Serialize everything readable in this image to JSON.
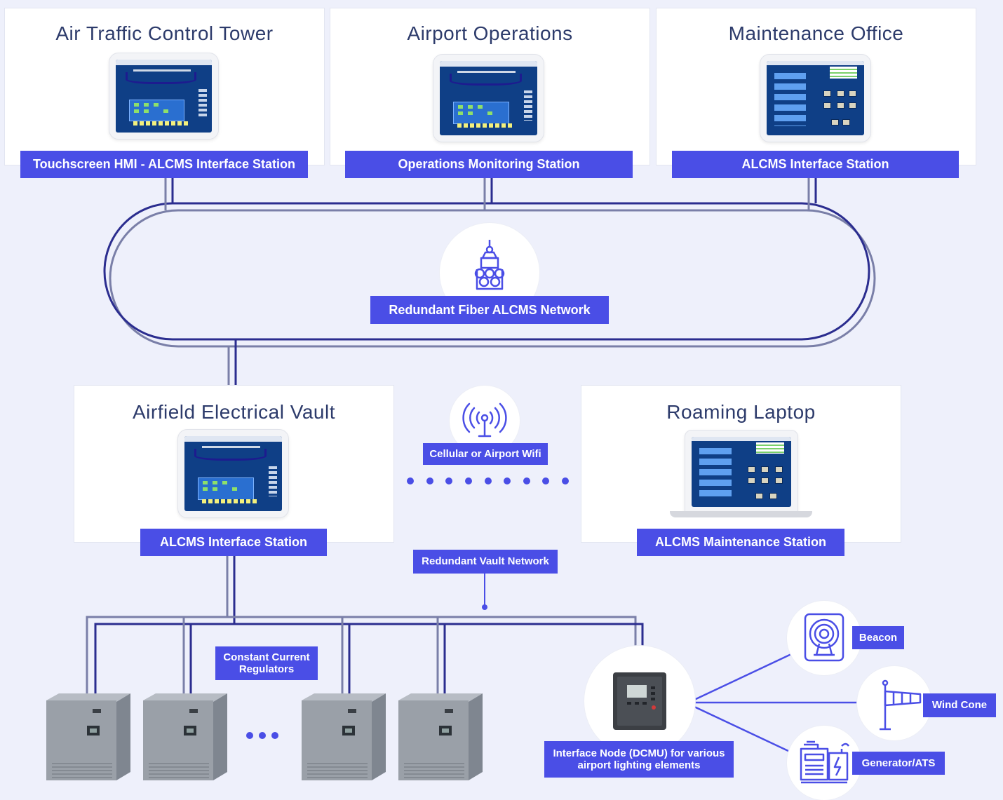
{
  "panels": {
    "atc": "Air Traffic Control Tower",
    "ops": "Airport Operations",
    "maint": "Maintenance Office",
    "vault": "Airfield Electrical Vault",
    "laptop": "Roaming Laptop"
  },
  "labels": {
    "touchscreen": "Touchscreen HMI - ALCMS Interface Station",
    "ops_station": "Operations Monitoring Station",
    "maint_station": "ALCMS Interface Station",
    "fiber": "Redundant Fiber ALCMS Network",
    "vault_station": "ALCMS Interface Station",
    "wifi": "Cellular or Airport Wifi",
    "laptop_station": "ALCMS Maintenance Station",
    "vault_network": "Redundant Vault Network",
    "ccr": "Constant Current Regulators",
    "dcmu": "Interface Node (DCMU) for various airport lighting elements",
    "beacon": "Beacon",
    "windcone": "Wind Cone",
    "generator": "Generator/ATS"
  },
  "colors": {
    "accent": "#4a4ee6",
    "wire_dark": "#2b2d8f",
    "wire_light": "#7a7fa8",
    "background": "#eef0fb"
  },
  "icons": [
    "fiber-cable-icon",
    "antenna-icon",
    "beacon-icon",
    "wind-cone-icon",
    "generator-icon"
  ]
}
